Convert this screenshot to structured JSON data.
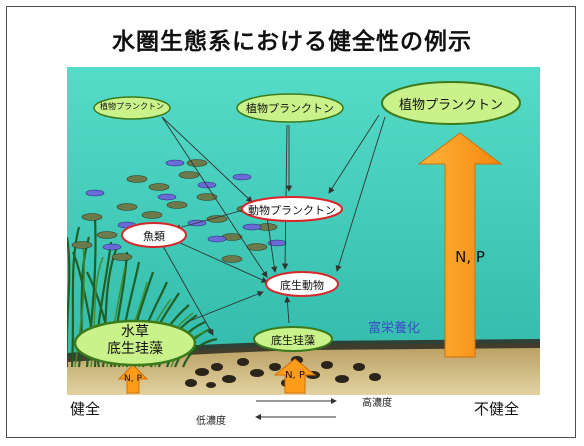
{
  "title": "水圏生態系における健全性の例示",
  "nodes": {
    "phyto_small": "植物プランクトン",
    "phyto_medium": "植物プランクトン",
    "phyto_large": "植物プランクトン",
    "zooplankton": "動物プランクトン",
    "fish": "魚類",
    "benthos": "底生動物",
    "aquatic_plants_line1": "水草",
    "aquatic_plants_line2": "底生珪藻",
    "benthic_diatoms": "底生珪藻"
  },
  "arrow_labels": {
    "big_np": "N, P",
    "small_np_left": "N, P",
    "small_np_right": "N, P"
  },
  "eutrophication_label": "富栄養化",
  "scale": {
    "healthy": "健全",
    "unhealthy": "不健全",
    "high_concentration": "高濃度",
    "low_concentration": "低濃度"
  },
  "colors": {
    "water": "#4fd3c0",
    "sediment": "#c9b27c",
    "node_green": "#c9f28a",
    "node_border_green": "#3c7a1c",
    "node_border_red": "#d8262a",
    "arrow_orange": "#ff9d1a"
  }
}
